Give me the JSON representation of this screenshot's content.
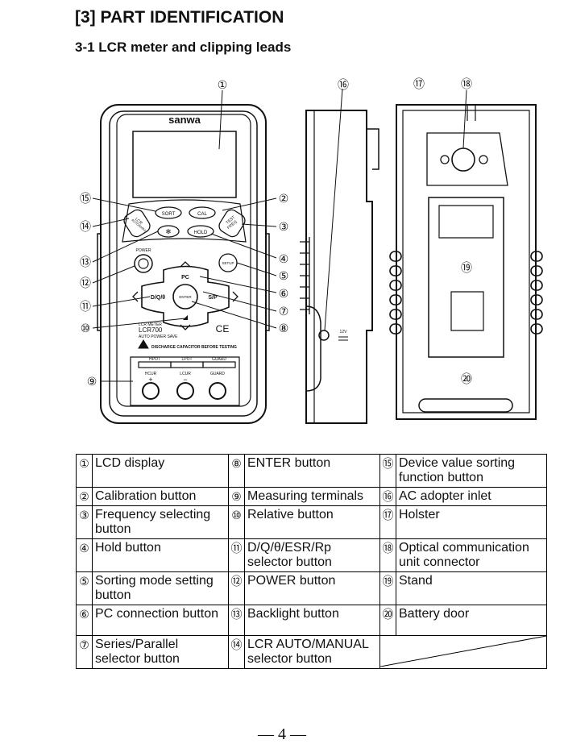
{
  "section_title": "[3] PART IDENTIFICATION",
  "subsection_title": "3-1 LCR meter and clipping leads",
  "device": {
    "brand": "sanwa",
    "model_line1": "LCR METER",
    "model_line2": "LCR700",
    "model_line3": "AUTO POWER SAVE",
    "ce_mark": "CE",
    "warning": "DISCHARGE CAPACITOR BEFORE TESTING",
    "buttons": {
      "sort": "SORT",
      "cal": "CAL",
      "lcr_line1": "LCR",
      "lcr_line2": "AUTO/MANU",
      "test_line1": "TEST",
      "test_line2": "FREQ",
      "hold": "HOLD",
      "backlight": "✻",
      "power": "POWER",
      "setup": "SETUP",
      "pc": "PC",
      "dq": "D/Q/θ",
      "enter": "ENTER",
      "sp": "S/P",
      "rel": "◢"
    },
    "terminals": {
      "hpot": "HPOT",
      "lpot": "LPOT",
      "guard_top": "GUARD",
      "hcur": "HCUR",
      "lcur": "LCUR",
      "guard_bottom": "GUARD",
      "plus": "+",
      "minus": "−"
    },
    "adapter_label": "12V"
  },
  "callouts": [
    "①",
    "②",
    "③",
    "④",
    "⑤",
    "⑥",
    "⑦",
    "⑧",
    "⑨",
    "⑩",
    "⑪",
    "⑫",
    "⑬",
    "⑭",
    "⑮",
    "⑯",
    "⑰",
    "⑱",
    "⑲",
    "⑳"
  ],
  "parts": [
    [
      {
        "n": "①",
        "t": "LCD display"
      },
      {
        "n": "⑧",
        "t": "ENTER button"
      },
      {
        "n": "⑮",
        "t": "Device value sorting function button"
      }
    ],
    [
      {
        "n": "②",
        "t": "Calibration button"
      },
      {
        "n": "⑨",
        "t": "Measuring terminals"
      },
      {
        "n": "⑯",
        "t": "AC adopter inlet"
      }
    ],
    [
      {
        "n": "③",
        "t": "Frequency selecting button"
      },
      {
        "n": "⑩",
        "t": "Relative button"
      },
      {
        "n": "⑰",
        "t": "Holster"
      }
    ],
    [
      {
        "n": "④",
        "t": "Hold button"
      },
      {
        "n": "⑪",
        "t": "D/Q/θ/ESR/Rp selector button"
      },
      {
        "n": "⑱",
        "t": "Optical communication unit connector"
      }
    ],
    [
      {
        "n": "⑤",
        "t": "Sorting mode setting button"
      },
      {
        "n": "⑫",
        "t": "POWER button"
      },
      {
        "n": "⑲",
        "t": "Stand"
      }
    ],
    [
      {
        "n": "⑥",
        "t": "PC connection button"
      },
      {
        "n": "⑬",
        "t": "Backlight button"
      },
      {
        "n": "⑳",
        "t": "Battery door"
      }
    ],
    [
      {
        "n": "⑦",
        "t": "Series/Parallel selector button"
      },
      {
        "n": "⑭",
        "t": "LCR AUTO/MANUAL selector button"
      },
      {
        "n": "",
        "t": ""
      }
    ]
  ],
  "page_number": "— 4 —"
}
